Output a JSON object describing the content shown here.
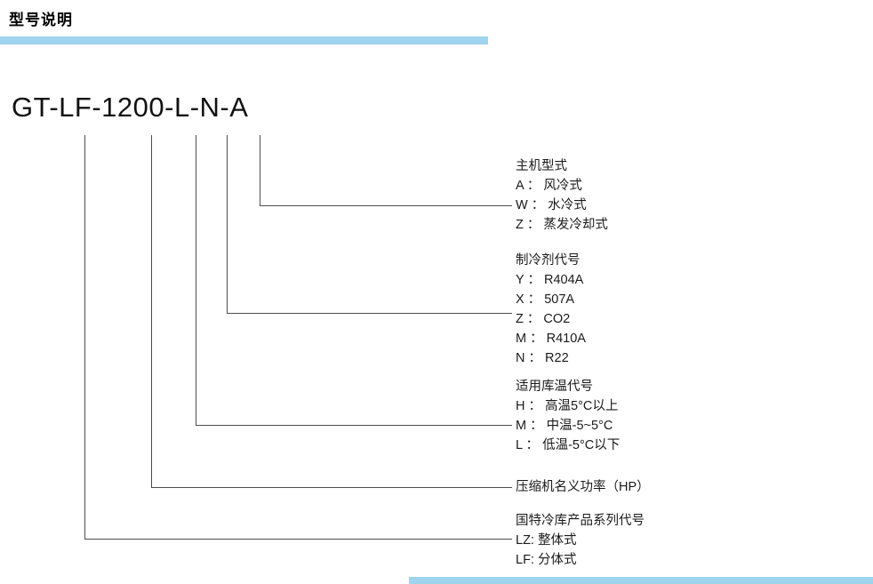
{
  "colors": {
    "accent": "#9fd4ee"
  },
  "header": {
    "title": "型号说明"
  },
  "model": {
    "code": "GT-LF-1200-L-N-A"
  },
  "groups": [
    {
      "title": "主机型式",
      "lines": [
        "A ： 风冷式",
        "W ： 水冷式",
        "Z ： 蒸发冷却式"
      ]
    },
    {
      "title": "制冷剂代号",
      "lines": [
        "Y ： R404A",
        "X ： 507A",
        "Z ： CO2",
        "M ： R410A",
        "N ： R22"
      ]
    },
    {
      "title": "适用库温代号",
      "lines": [
        "H ： 高温5°C以上",
        "M ： 中温-5~5°C",
        "L ： 低温-5°C以下"
      ]
    },
    {
      "title": "压缩机名义功率（HP）",
      "lines": []
    },
    {
      "title": "国特冷库产品系列代号",
      "lines": [
        "LZ: 整体式",
        "LF: 分体式"
      ]
    }
  ]
}
